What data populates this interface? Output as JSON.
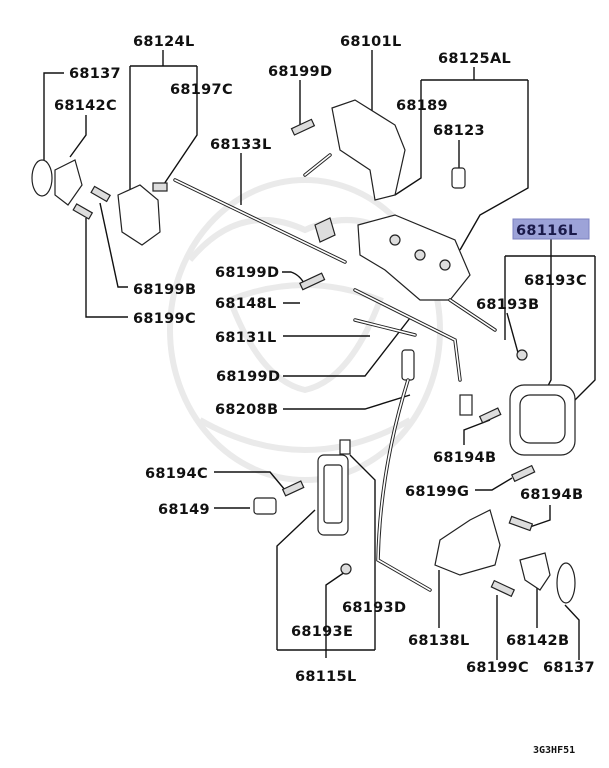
{
  "diagram": {
    "title": "Door lock / handle parts diagram",
    "code": "3G3HF51",
    "highlight_color": "#9da3d8",
    "labels": {
      "p68124L": "68124L",
      "p68101L": "68101L",
      "p68125AL": "68125AL",
      "p68137_top": "68137",
      "p68199D_top": "68199D",
      "p68197C": "68197C",
      "p68189": "68189",
      "p68142C": "68142C",
      "p68123": "68123",
      "p68133L": "68133L",
      "p68116L": "68116L",
      "p68199D_mid": "68199D",
      "p68193C": "68193C",
      "p68199B": "68199B",
      "p68148L": "68148L",
      "p68193B": "68193B",
      "p68199C_left": "68199C",
      "p68131L": "68131L",
      "p68199D_low": "68199D",
      "p68208B": "68208B",
      "p68194B_mid": "68194B",
      "p68194C": "68194C",
      "p68199G": "68199G",
      "p68194B_right": "68194B",
      "p68149": "68149",
      "p68193D": "68193D",
      "p68193E": "68193E",
      "p68138L": "68138L",
      "p68142B": "68142B",
      "p68199C_bottom": "68199C",
      "p68137_bottom": "68137",
      "p68115L": "68115L"
    }
  }
}
